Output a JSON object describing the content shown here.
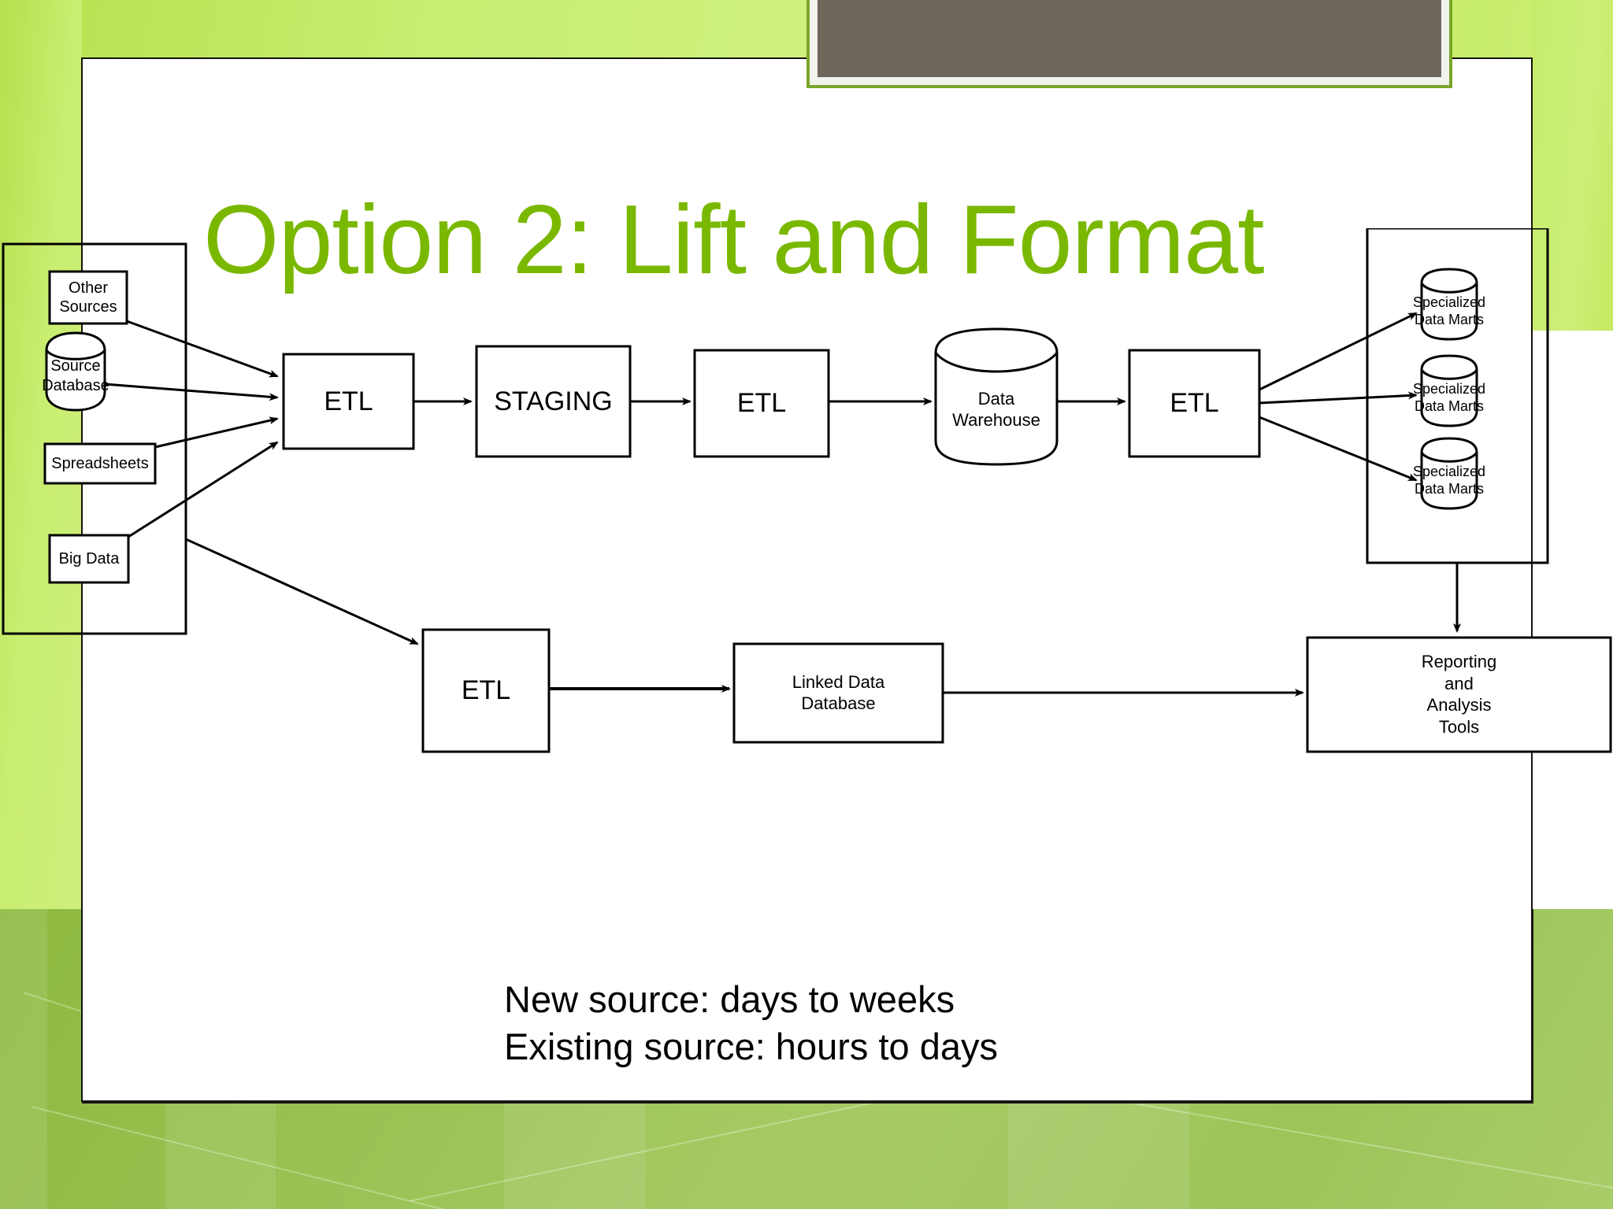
{
  "slide": {
    "title": "Option 2:  Lift and Format",
    "title_color": "#7ab800",
    "accent_green": "#c9ee72",
    "band_green": "#9ac355",
    "header_block_color": "#6f665b",
    "header_block_border": "#7aa62a"
  },
  "diagram": {
    "sources_group_label": "",
    "nodes": {
      "other_sources": "Other\nSources",
      "other_sources_line1": "Other",
      "other_sources_line2": "Sources",
      "source_database_line1": "Source",
      "source_database_line2": "Database",
      "spreadsheets": "Spreadsheets",
      "big_data": "Big Data",
      "etl_1": "ETL",
      "staging": "STAGING",
      "etl_2": "ETL",
      "data_warehouse_line1": "Data",
      "data_warehouse_line2": "Warehouse",
      "etl_3": "ETL",
      "data_mart_1_line1": "Specialized",
      "data_mart_1_line2": "Data Marts",
      "data_mart_2_line1": "Specialized",
      "data_mart_2_line2": "Data Marts",
      "data_mart_3_line1": "Specialized",
      "data_mart_3_line2": "Data Marts",
      "etl_4": "ETL",
      "linked_data_line1": "Linked Data",
      "linked_data_line2": "Database",
      "reporting_line1": "Reporting",
      "reporting_line2": "and",
      "reporting_line3": "Analysis",
      "reporting_line4": "Tools"
    }
  },
  "caption": {
    "line1": "New source:  days to weeks",
    "line2": "Existing source:  hours to days"
  }
}
